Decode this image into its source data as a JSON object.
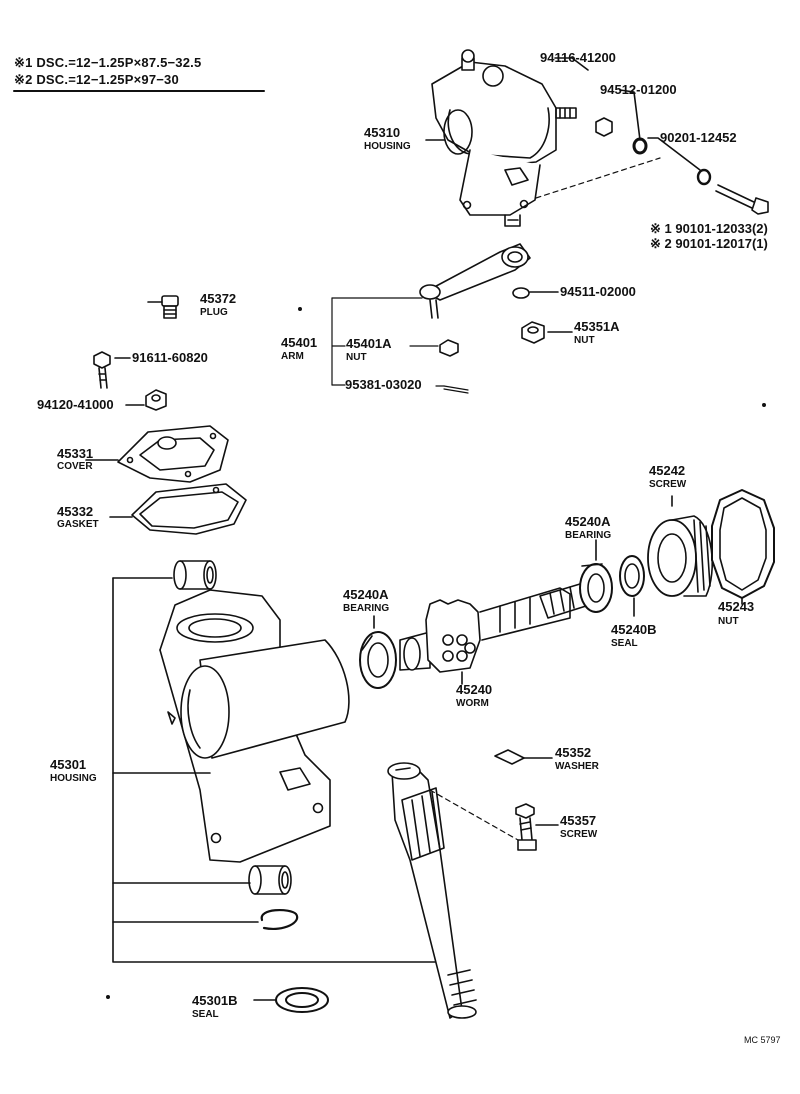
{
  "notes": {
    "note1": "※1 DSC.=12−1.25P×87.5−32.5",
    "note2": "※2 DSC.=12−1.25P×97−30"
  },
  "parts": {
    "housing_upper": {
      "number": "45310",
      "name": "HOUSING"
    },
    "p94116": {
      "number": "94116-41200"
    },
    "p94512": {
      "number": "94512-01200"
    },
    "p90201": {
      "number": "90201-12452"
    },
    "bolt1": {
      "number": "※ 1  90101-12033(2)"
    },
    "bolt2": {
      "number": "※ 2  90101-12017(1)"
    },
    "plug": {
      "number": "45372",
      "name": "PLUG"
    },
    "p94511": {
      "number": "94511-02000"
    },
    "arm": {
      "number": "45401",
      "name": "ARM"
    },
    "arm_nut": {
      "number": "45401A",
      "name": "NUT"
    },
    "nut_45351A": {
      "number": "45351A",
      "name": "NUT"
    },
    "p91611": {
      "number": "91611-60820"
    },
    "p94120": {
      "number": "94120-41000"
    },
    "p95381": {
      "number": "95381-03020"
    },
    "cover": {
      "number": "45331",
      "name": "COVER"
    },
    "gasket": {
      "number": "45332",
      "name": "GASKET"
    },
    "screw_45242": {
      "number": "45242",
      "name": "SCREW"
    },
    "bearing_right": {
      "number": "45240A",
      "name": "BEARING"
    },
    "bearing_left": {
      "number": "45240A",
      "name": "BEARING"
    },
    "nut_45243": {
      "number": "45243",
      "name": "NUT"
    },
    "seal_45240B": {
      "number": "45240B",
      "name": "SEAL"
    },
    "worm": {
      "number": "45240",
      "name": "WORM"
    },
    "housing_main": {
      "number": "45301",
      "name": "HOUSING"
    },
    "washer": {
      "number": "45352",
      "name": "WASHER"
    },
    "screw_45357": {
      "number": "45357",
      "name": "SCREW"
    },
    "seal_45301B": {
      "number": "45301B",
      "name": "SEAL"
    }
  },
  "diagram_code": "MC 5797"
}
